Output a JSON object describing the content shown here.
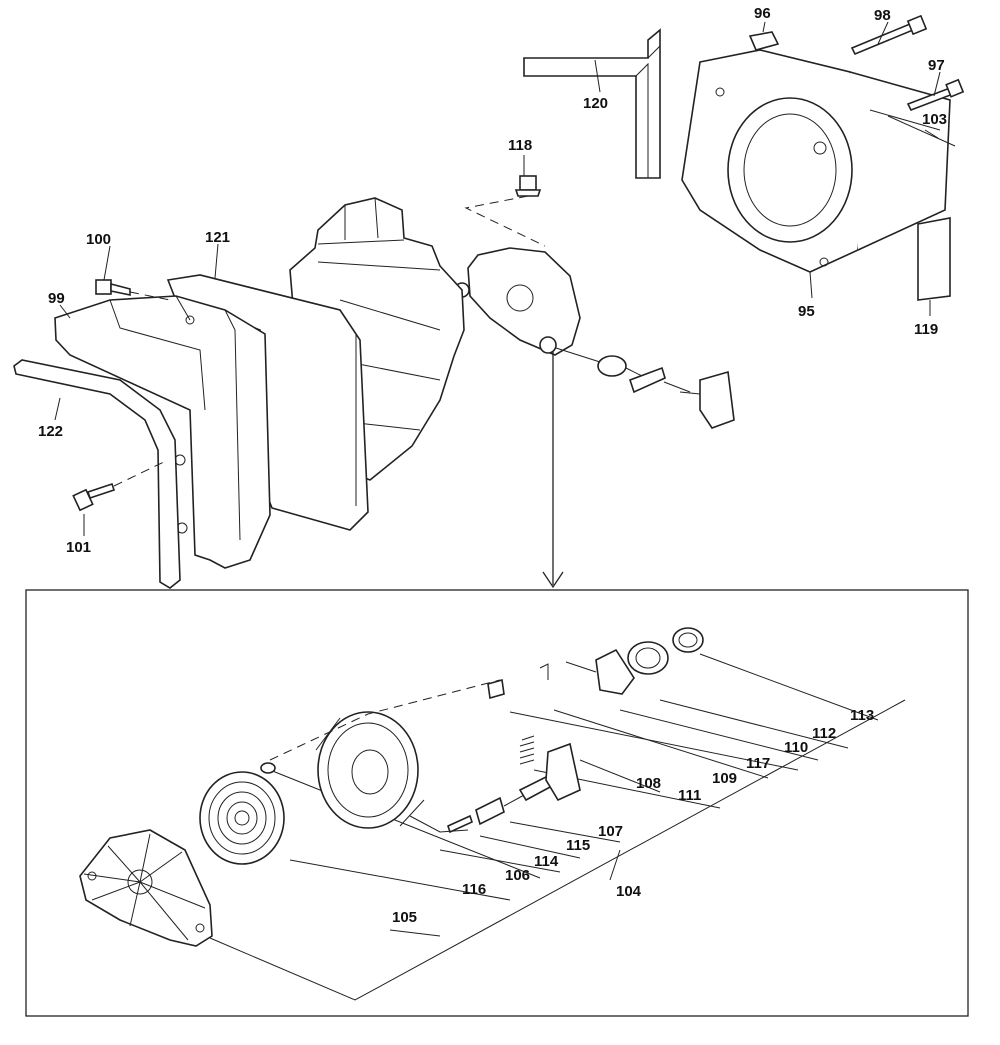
{
  "diagram": {
    "labels": {
      "p95": "95",
      "p96": "96",
      "p97": "97",
      "p98": "98",
      "p99": "99",
      "p100": "100",
      "p101": "101",
      "p103": "103",
      "p104": "104",
      "p105": "105",
      "p106": "106",
      "p107": "107",
      "p108": "108",
      "p109": "109",
      "p110": "110",
      "p111": "111",
      "p112": "112",
      "p113": "113",
      "p114": "114",
      "p115": "115",
      "p116": "116",
      "p117": "117",
      "p118": "118",
      "p119": "119",
      "p120": "120",
      "p121": "121",
      "p122": "122"
    }
  }
}
